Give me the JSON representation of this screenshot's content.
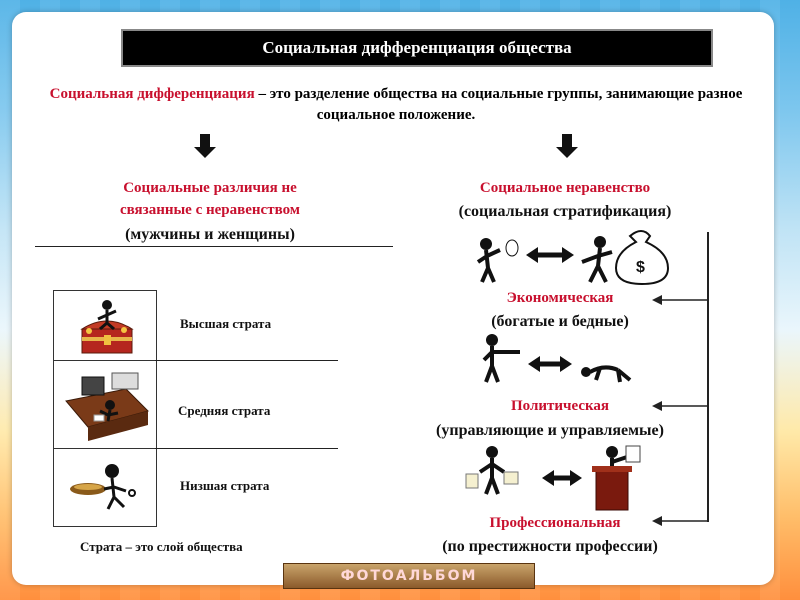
{
  "title": "Социальная дифференциация общества",
  "definition": {
    "term": "Социальная дифференциация",
    "text": "– это разделение общества на социальные группы, занимающие разное социальное положение."
  },
  "left": {
    "heading_line1": "Социальные различия не",
    "heading_line2": "связанные с неравенством",
    "example": "(мужчины и женщины)",
    "strata": [
      {
        "label": "Высшая страта",
        "icon": "treasure-chest-icon"
      },
      {
        "label": "Средняя страта",
        "icon": "office-desk-icon"
      },
      {
        "label": "Низшая страта",
        "icon": "beggar-icon"
      }
    ],
    "note": "Страта – это слой общества"
  },
  "right": {
    "heading": "Социальное неравенство",
    "subheading": "(социальная стратификация)",
    "types": [
      {
        "name": "Экономическая",
        "desc": "(богатые и бедные)",
        "icon": "money-bag-icon"
      },
      {
        "name": "Политическая",
        "desc": "(управляющие и управляемые)",
        "icon": "bowing-figure-icon"
      },
      {
        "name": "Профессиональная",
        "desc": "(по престижности профессии)",
        "icon": "podium-speaker-icon"
      }
    ]
  },
  "footer": {
    "photo_album": "ФОТОАЛЬБОМ"
  },
  "colors": {
    "accent_red": "#c8102e",
    "title_bg": "#000000"
  }
}
